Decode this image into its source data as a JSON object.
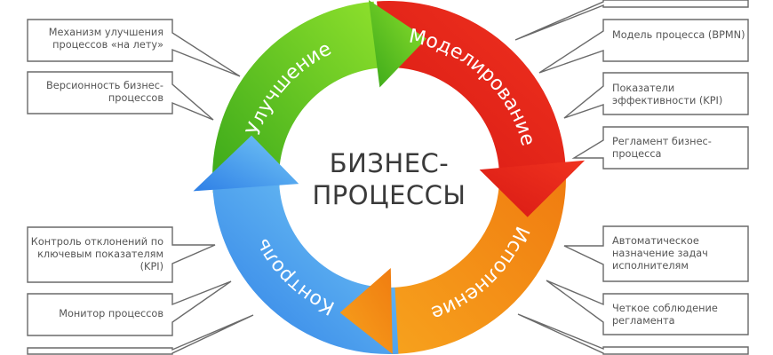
{
  "center": {
    "line1": "БИЗНЕС-",
    "line2": "ПРОЦЕССЫ"
  },
  "stages": [
    {
      "label": "Улучшение",
      "color": "#5cc828"
    },
    {
      "label": "Моделирование",
      "color": "#e8261c"
    },
    {
      "label": "Исполнение",
      "color": "#f7941d"
    },
    {
      "label": "Контроль",
      "color": "#4aa6ee"
    }
  ],
  "left_notes": [
    "Механизм улучшения процессов «на лету»",
    "Версионность бизнес-процессов",
    "Контроль отклонений по ключевым показателям (KPI)",
    "Монитор процессов",
    ""
  ],
  "right_notes": [
    "",
    "Модель процесса (BPMN)",
    "Показатели эффективности (KPI)",
    "Регламент бизнес-процесса",
    "Автоматическое назначение задач исполнителям",
    "Четкое соблюдение регламента",
    ""
  ]
}
